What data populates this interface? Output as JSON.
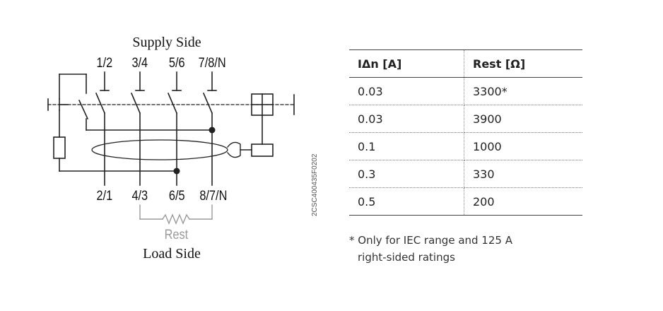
{
  "diagram": {
    "supply_label": "Supply Side",
    "load_label": "Load Side",
    "top_terminals": [
      "1/2",
      "3/4",
      "5/6",
      "7/8/N"
    ],
    "bottom_terminals": [
      "2/1",
      "4/3",
      "6/5",
      "8/7/N"
    ],
    "resistor_label": "Rest",
    "figure_code": "2CSC400435F0202"
  },
  "table": {
    "headers": [
      "IΔn [A]",
      "Rest [Ω]"
    ],
    "rows": [
      [
        "0.03",
        "3300*"
      ],
      [
        "0.03",
        "3900"
      ],
      [
        "0.1",
        "1000"
      ],
      [
        "0.3",
        "330"
      ],
      [
        "0.5",
        "200"
      ]
    ]
  },
  "footnote": {
    "line1": "* Only for IEC range and 125 A",
    "line2": "right-sided ratings"
  },
  "colors": {
    "line": "#222222",
    "resistor_gray": "#9a9a9a"
  }
}
